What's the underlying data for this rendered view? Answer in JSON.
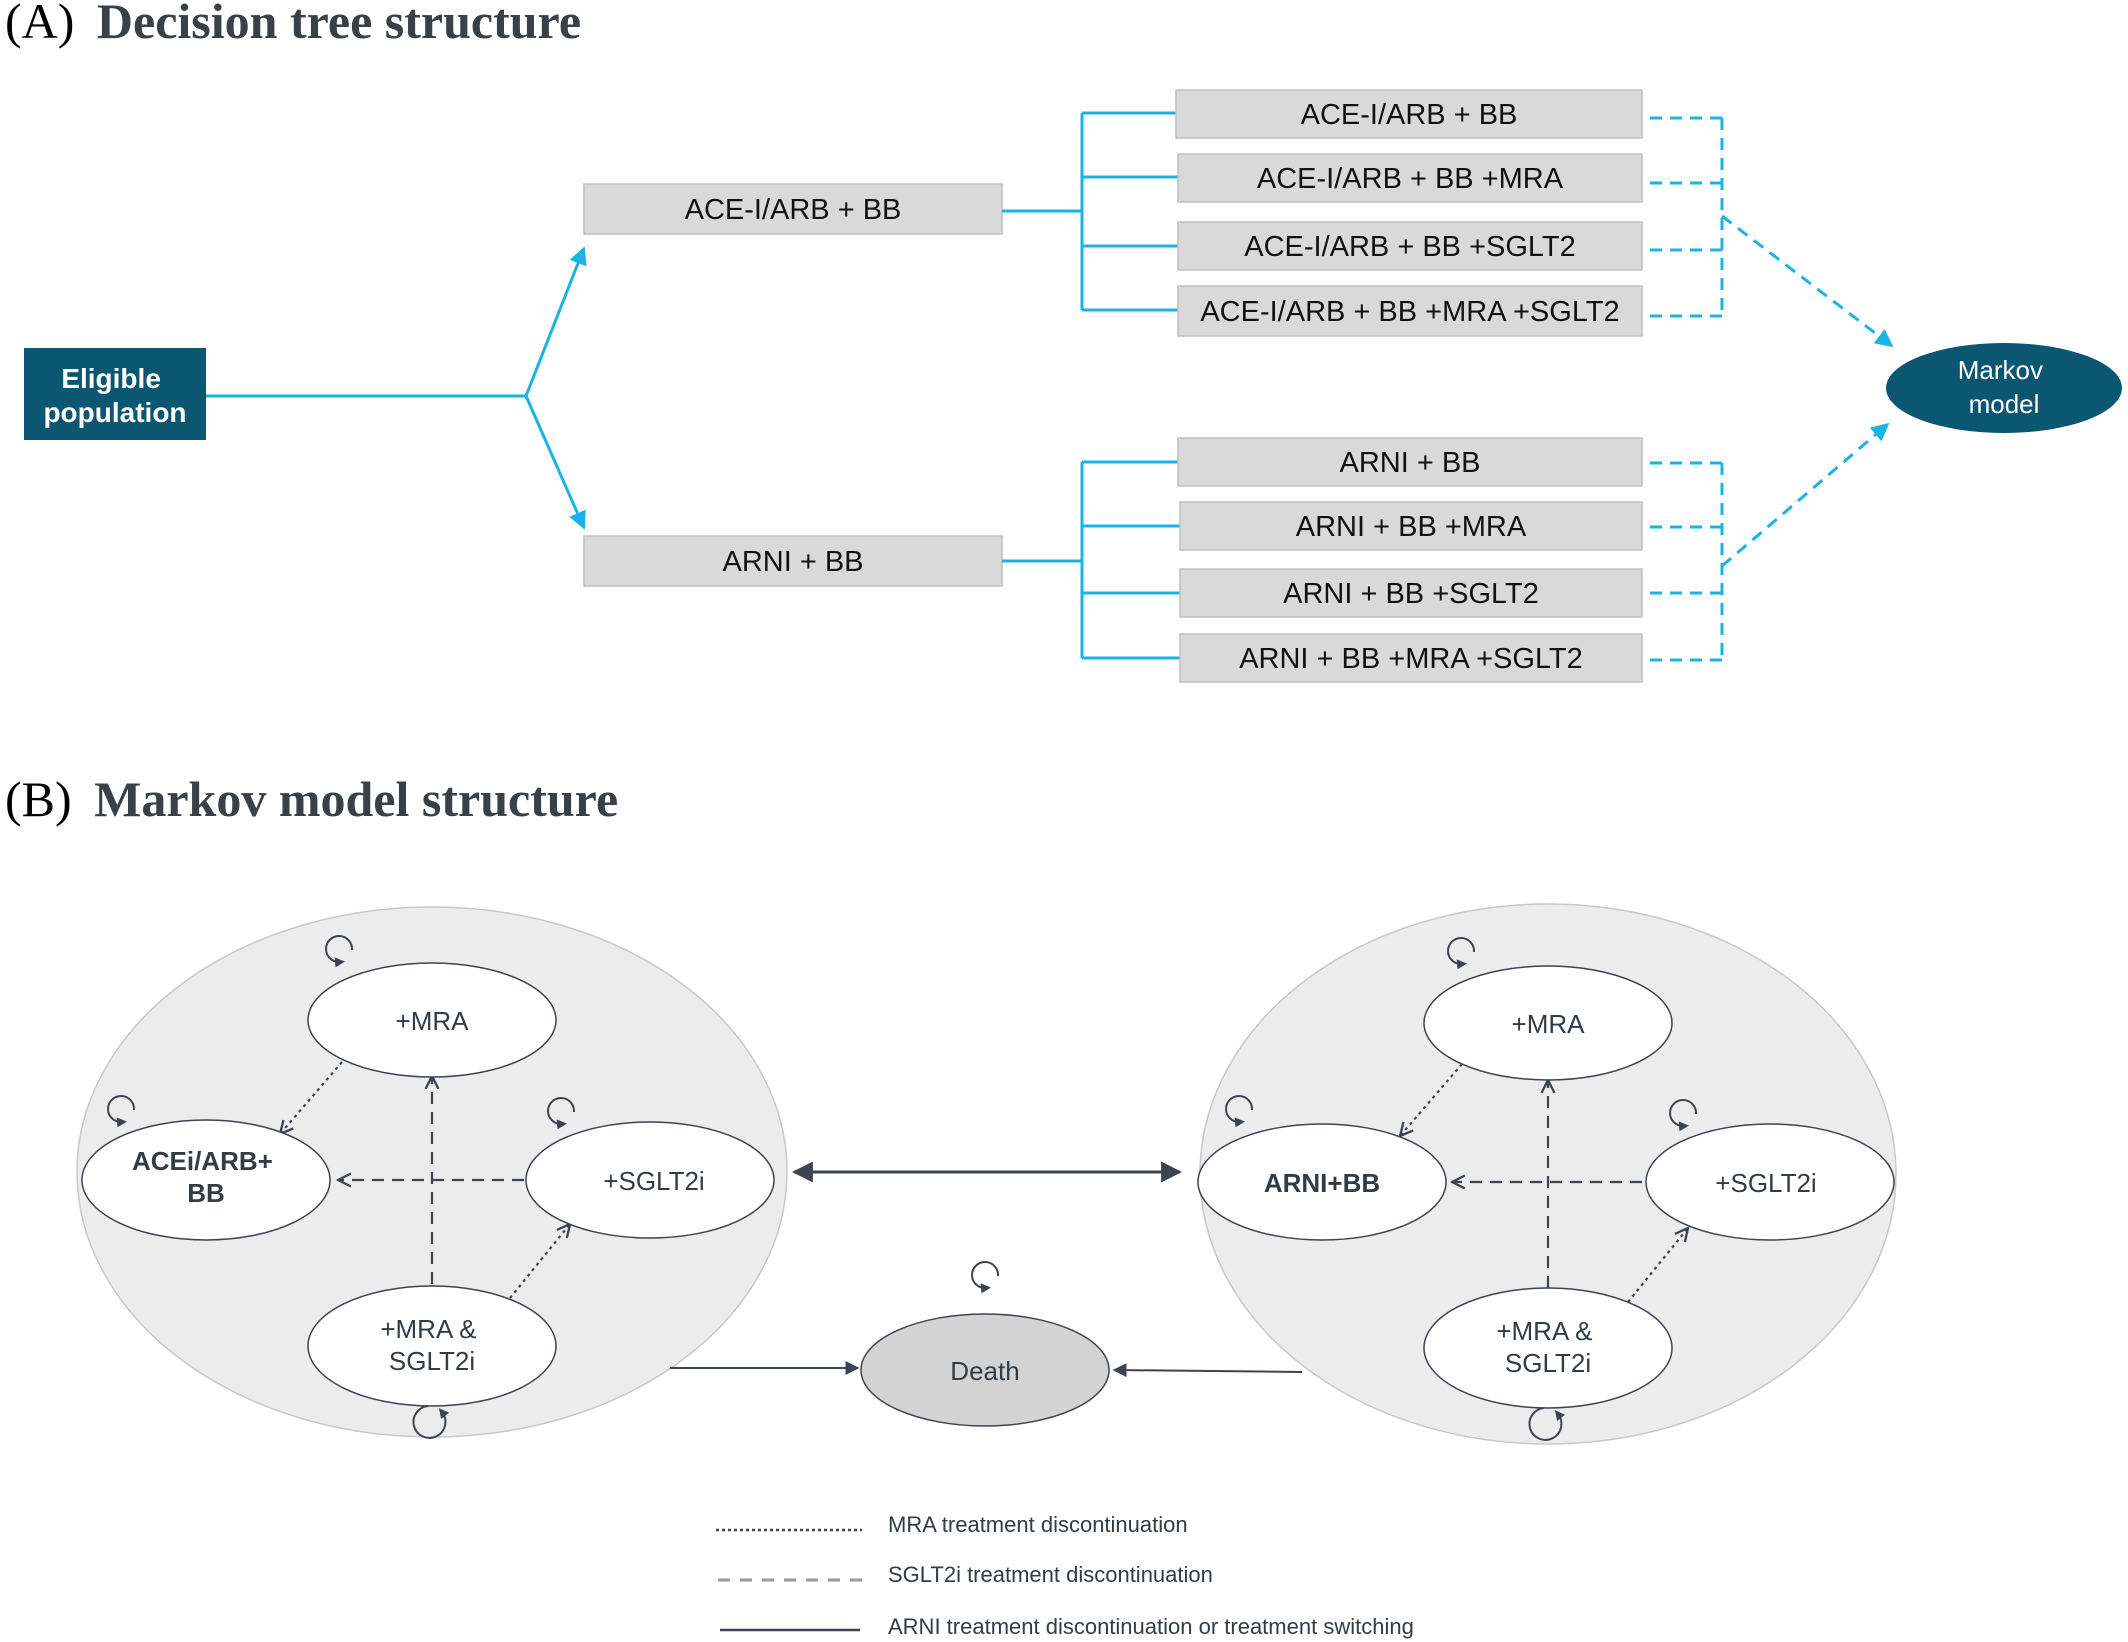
{
  "section_a": {
    "label_prefix": "(A)",
    "label_title": "Decision tree structure"
  },
  "section_b": {
    "label_prefix": "(B)",
    "label_title": "Markov model structure"
  },
  "decision_tree": {
    "root": {
      "line1": "Eligible",
      "line2": "population"
    },
    "branches": [
      {
        "label": "ACE-I/ARB + BB",
        "leaves": [
          "ACE-I/ARB + BB",
          "ACE-I/ARB + BB +MRA",
          "ACE-I/ARB + BB +SGLT2",
          "ACE-I/ARB + BB +MRA +SGLT2"
        ]
      },
      {
        "label": "ARNI + BB",
        "leaves": [
          "ARNI + BB",
          "ARNI + BB +MRA",
          "ARNI + BB +SGLT2",
          "ARNI + BB +MRA +SGLT2"
        ]
      }
    ],
    "terminal": {
      "line1": "Markov",
      "line2": "model"
    }
  },
  "markov": {
    "left_cluster": {
      "base": {
        "line1": "ACEi/ARB+",
        "line2": "BB"
      },
      "mra": "+MRA",
      "sglt2": "+SGLT2i",
      "combo": {
        "line1": "+MRA &",
        "line2": "SGLT2i"
      }
    },
    "right_cluster": {
      "base": "ARNI+BB",
      "mra": "+MRA",
      "sglt2": "+SGLT2i",
      "combo": {
        "line1": "+MRA &",
        "line2": "SGLT2i"
      }
    },
    "death": "Death"
  },
  "legend": [
    {
      "style": "dotted",
      "label": "MRA treatment discontinuation"
    },
    {
      "style": "dashed",
      "label": "SGLT2i  treatment discontinuation"
    },
    {
      "style": "solid",
      "label": "ARNI treatment discontinuation or treatment switching"
    }
  ],
  "colors": {
    "tree_line": "#1ab3e6",
    "root_fill": "#0b5670",
    "box_fill": "#d9d9d9",
    "cluster_fill": "#ececec",
    "state_fill": "#ffffff",
    "death_fill": "#d3d3d3",
    "dark_line": "#3c4450"
  }
}
